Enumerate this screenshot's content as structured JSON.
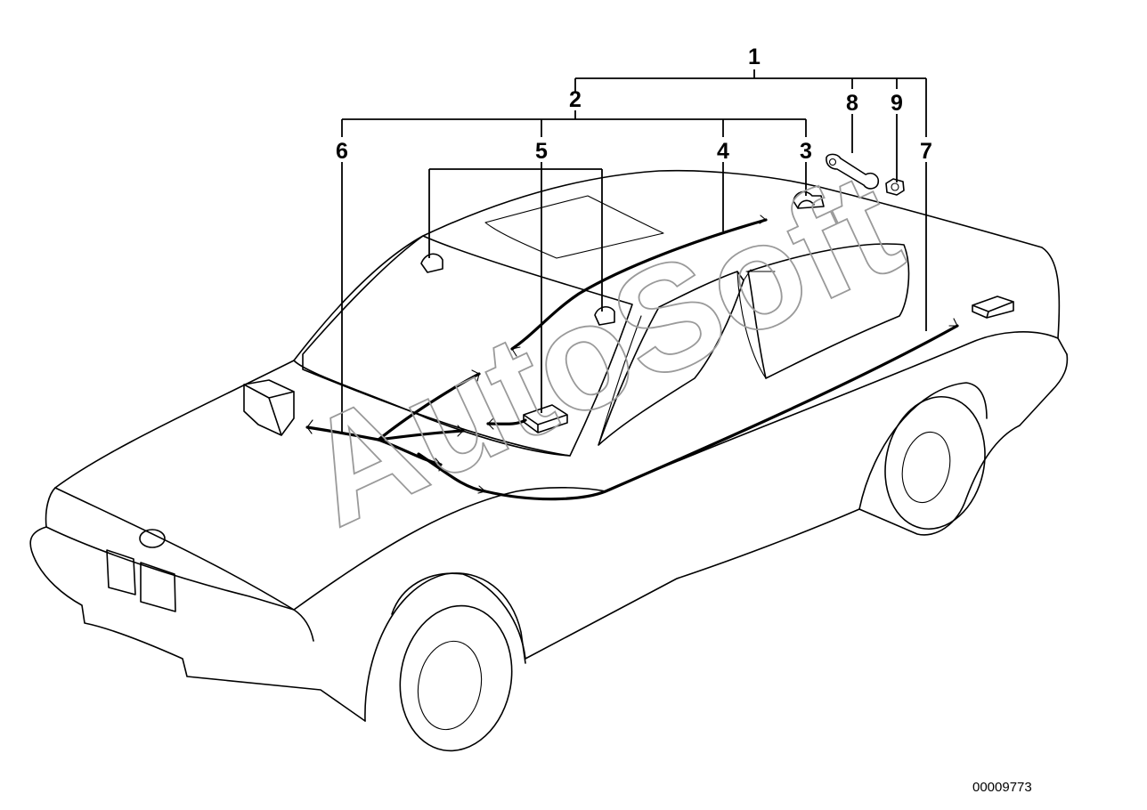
{
  "callouts": [
    {
      "id": "1",
      "label": "1"
    },
    {
      "id": "2",
      "label": "2"
    },
    {
      "id": "3",
      "label": "3"
    },
    {
      "id": "4",
      "label": "4"
    },
    {
      "id": "5",
      "label": "5"
    },
    {
      "id": "6",
      "label": "6"
    },
    {
      "id": "7",
      "label": "7"
    },
    {
      "id": "8",
      "label": "8"
    },
    {
      "id": "9",
      "label": "9"
    }
  ],
  "watermark": "AutoSoft",
  "document_number": "00009773"
}
